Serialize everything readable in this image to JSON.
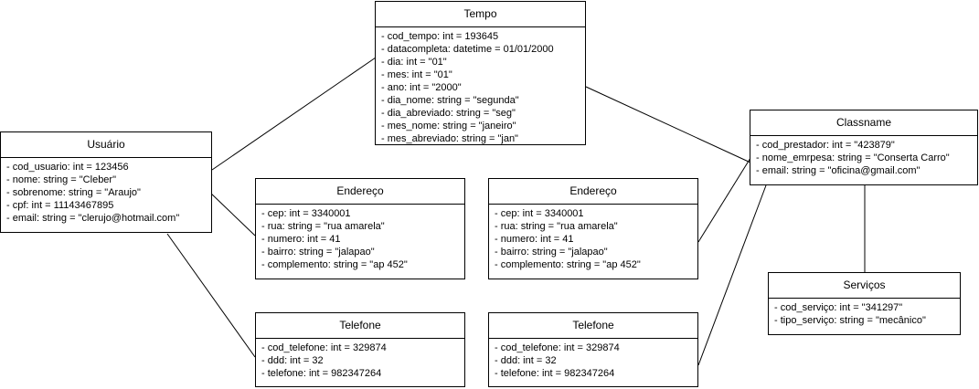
{
  "usuario": {
    "title": "Usuário",
    "attributes": [
      "- cod_usuario: int = 123456",
      "- nome: string = \"Cleber\"",
      "- sobrenome: string = \"Araujo\"",
      "- cpf: int = 11143467895",
      "- email: string = \"clerujo@hotmail.com\""
    ]
  },
  "tempo": {
    "title": "Tempo",
    "attributes": [
      "- cod_tempo: int = 193645",
      "- datacompleta: datetime = 01/01/2000",
      "- dia: int = \"01\"",
      "- mes: int = \"01\"",
      "- ano: int = \"2000\"",
      "- dia_nome: string = \"segunda\"",
      "- dia_abreviado: string = \"seg\"",
      "- mes_nome: string = \"janeiro\"",
      "- mes_abreviado: string = \"jan\""
    ]
  },
  "endereco_1": {
    "title": "Endereço",
    "attributes": [
      "- cep: int = 3340001",
      "- rua: string = \"rua amarela\"",
      "- numero: int = 41",
      "- bairro: string = \"jalapao\"",
      "- complemento: string = \"ap 452\""
    ]
  },
  "endereco_2": {
    "title": "Endereço",
    "attributes": [
      "- cep: int = 3340001",
      "- rua: string = \"rua amarela\"",
      "- numero: int = 41",
      "- bairro: string = \"jalapao\"",
      "- complemento: string = \"ap 452\""
    ]
  },
  "telefone_1": {
    "title": "Telefone",
    "attributes": [
      "- cod_telefone: int = 329874",
      "- ddd: int = 32",
      "- telefone: int = 982347264"
    ]
  },
  "telefone_2": {
    "title": "Telefone",
    "attributes": [
      "- cod_telefone: int = 329874",
      "- ddd: int = 32",
      "- telefone: int = 982347264"
    ]
  },
  "classname": {
    "title": "Classname",
    "attributes": [
      "- cod_prestador: int = \"423879\"",
      "- nome_emrpesa: string = \"Conserta Carro\"",
      "- email: string = \"oficina@gmail.com\""
    ]
  },
  "servicos": {
    "title": "Serviços",
    "attributes": [
      "- cod_serviço: int = \"341297\"",
      "- tipo_serviço: string = \"mecânico\""
    ]
  }
}
